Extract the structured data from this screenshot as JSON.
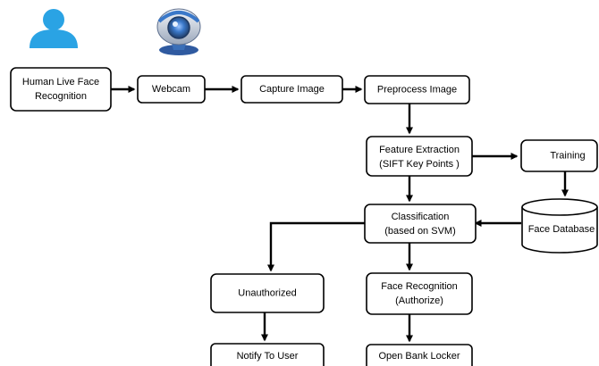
{
  "diagram": {
    "nodes": {
      "human_face": {
        "line1": "Human Live Face",
        "line2": "Recognition"
      },
      "webcam": {
        "label": "Webcam"
      },
      "capture": {
        "label": "Capture Image"
      },
      "preprocess": {
        "label": "Preprocess Image"
      },
      "feature": {
        "line1": "Feature Extraction",
        "line2": "(SIFT Key Points )"
      },
      "training": {
        "label": "Training"
      },
      "database": {
        "label": "Face Database"
      },
      "classification": {
        "line1": "Classification",
        "line2": "(based on SVM)"
      },
      "unauthorized": {
        "label": "Unauthorized"
      },
      "face_recognition": {
        "line1": "Face Recognition",
        "line2": "(Authorize)"
      },
      "notify": {
        "label": "Notify To User"
      },
      "locker": {
        "label": "Open Bank Locker"
      }
    },
    "icons": {
      "user": "user-icon",
      "webcam": "webcam-icon"
    },
    "colors": {
      "user_icon": "#2aa3e4",
      "webcam_blue": "#3a78c9",
      "webcam_dark": "#1f3a63",
      "line": "#000000"
    }
  }
}
